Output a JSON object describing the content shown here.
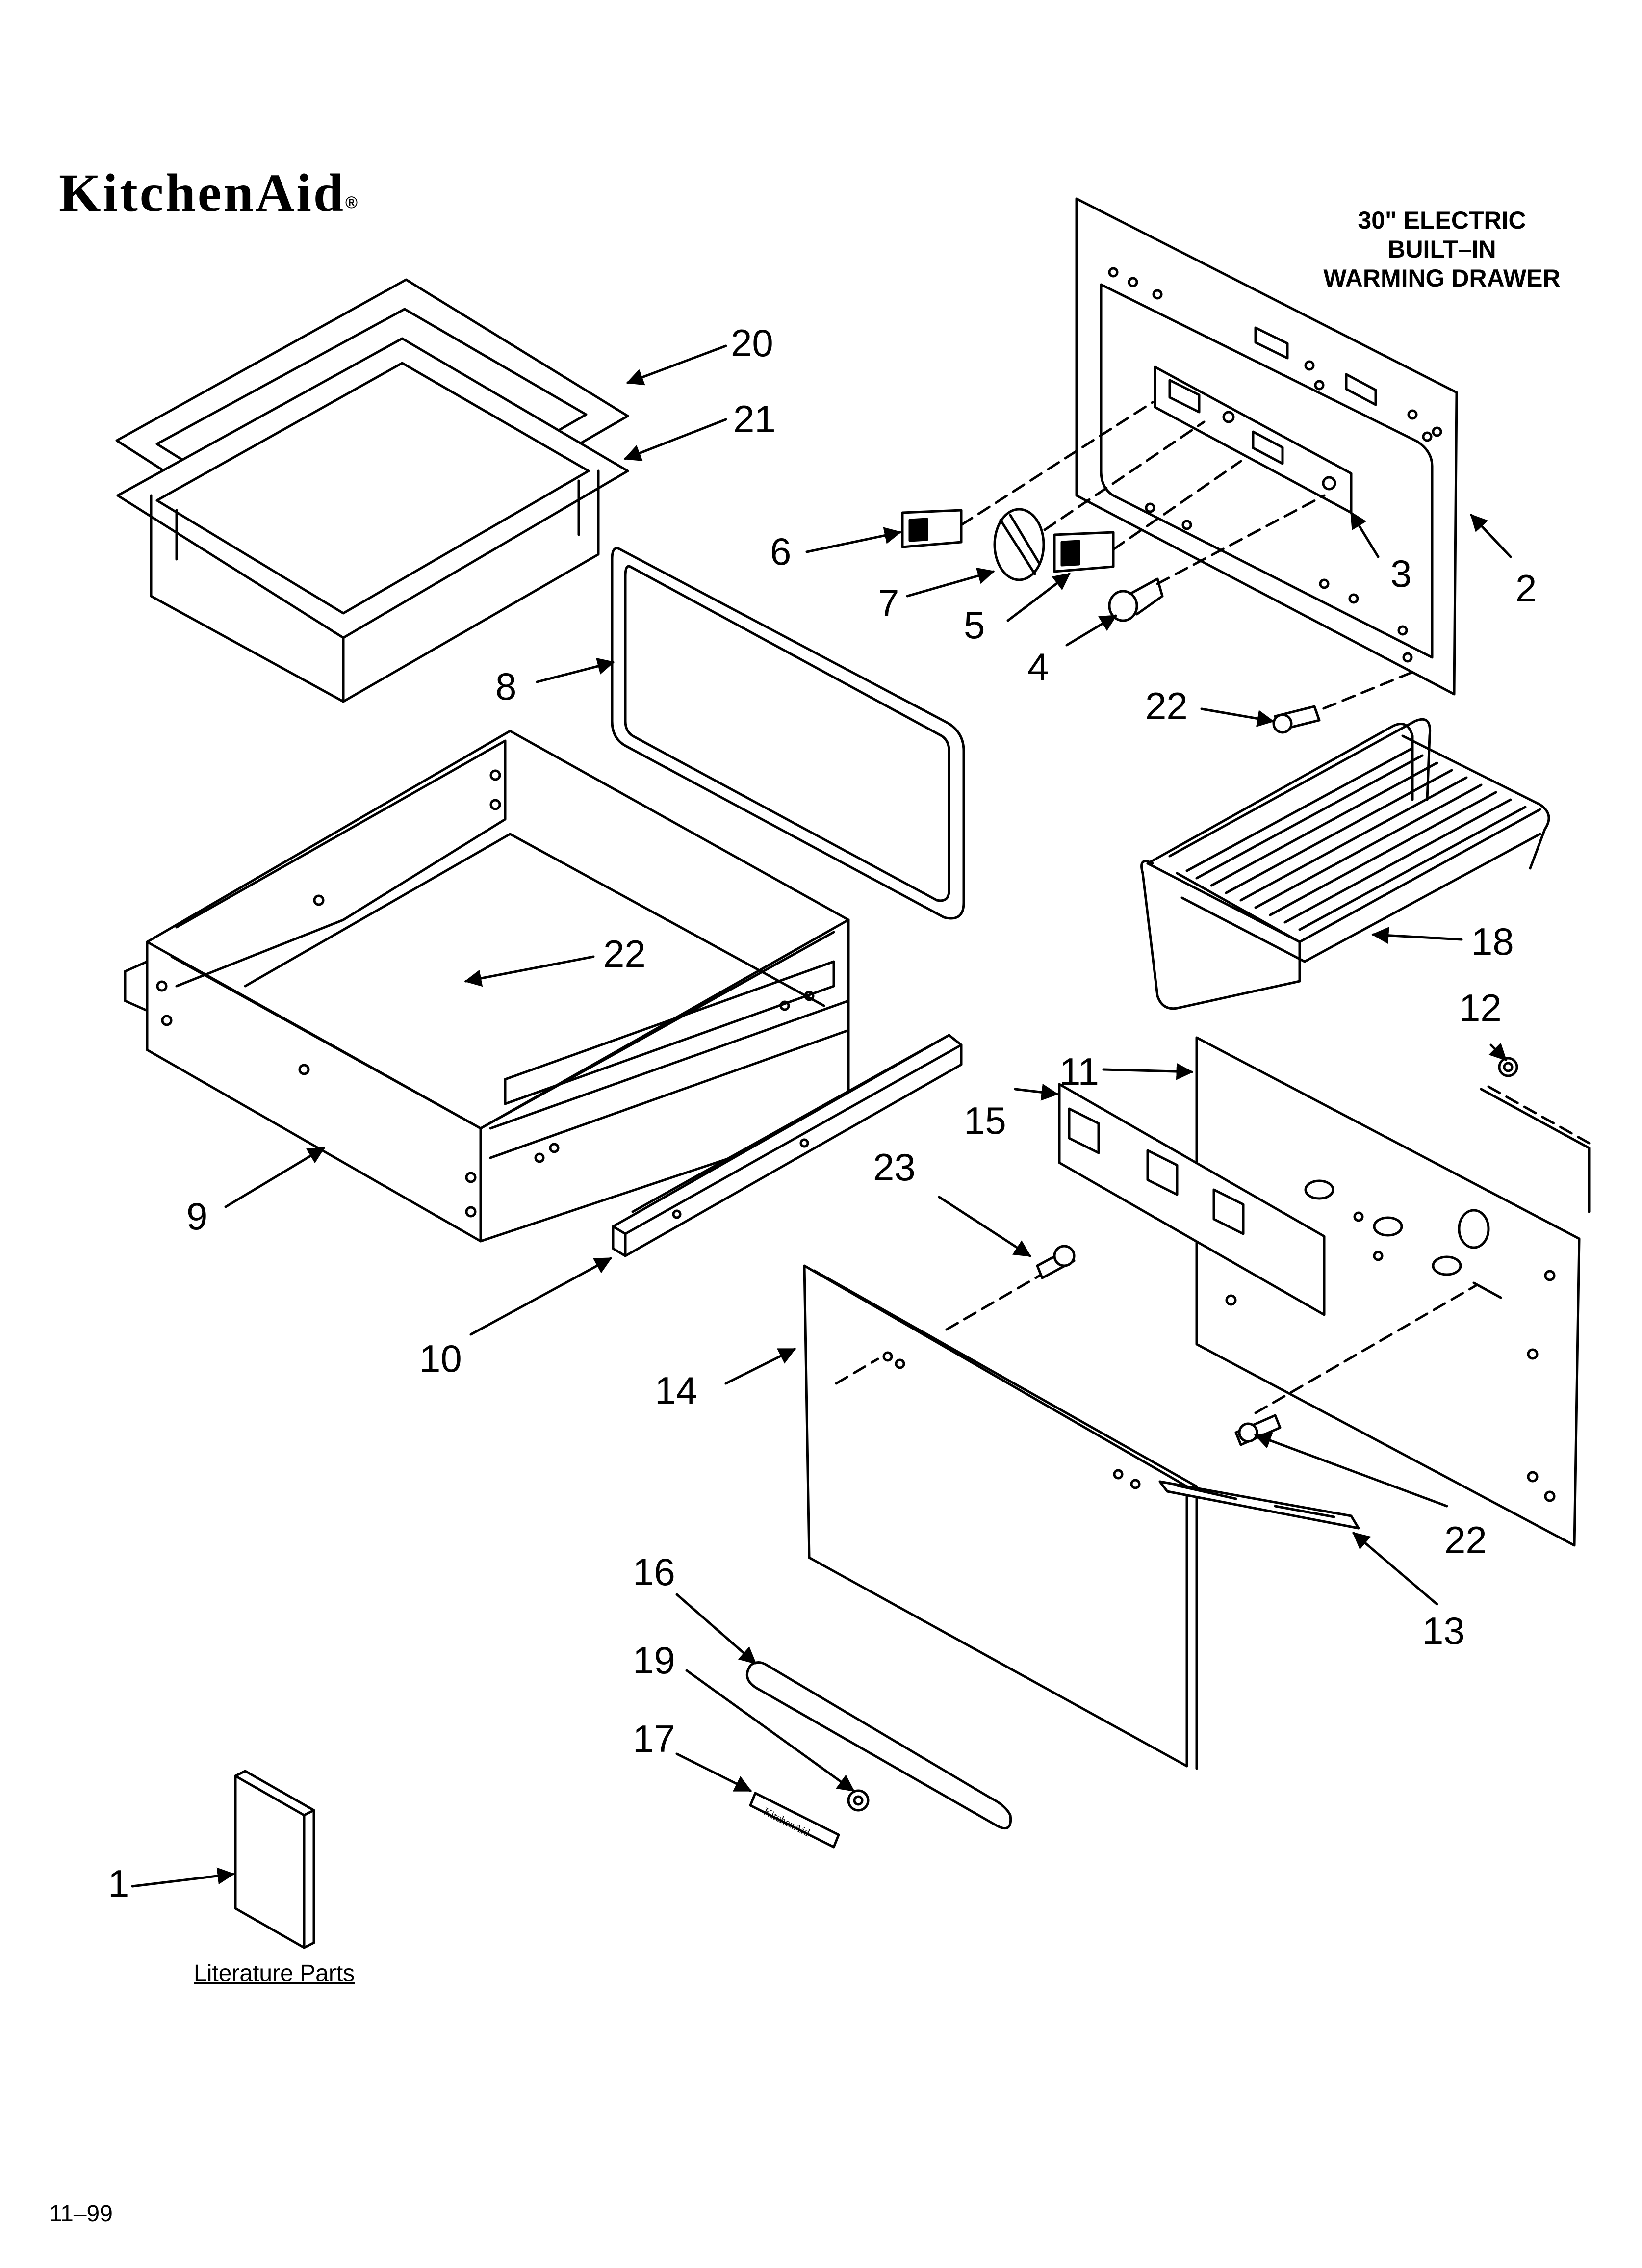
{
  "brand": {
    "name": "KitchenAid",
    "mark": "®"
  },
  "title": {
    "line1": "30\" ELECTRIC",
    "line2": "BUILT–IN",
    "line3": "WARMING DRAWER"
  },
  "callouts": {
    "c1": "1",
    "c2": "2",
    "c3": "3",
    "c4": "4",
    "c5": "5",
    "c6": "6",
    "c7": "7",
    "c8": "8",
    "c9": "9",
    "c10": "10",
    "c11": "11",
    "c12": "12",
    "c13": "13",
    "c14": "14",
    "c15": "15",
    "c16": "16",
    "c17": "17",
    "c18": "18",
    "c19": "19",
    "c20": "20",
    "c21": "21",
    "c22a": "22",
    "c22b": "22",
    "c22c": "22",
    "c23": "23"
  },
  "literature_label": "Literature Parts",
  "footer_code": "11–99"
}
